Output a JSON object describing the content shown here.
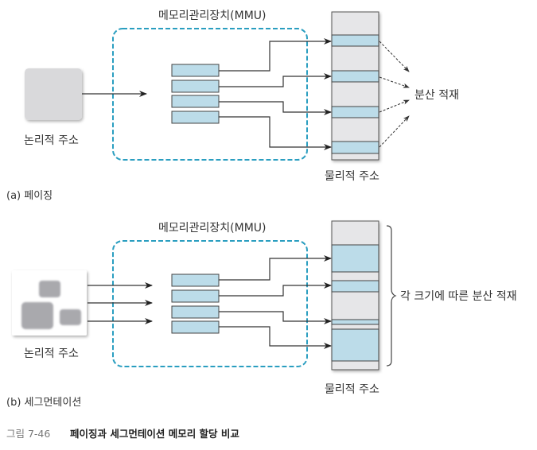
{
  "colors": {
    "mmu_border": "#2a9ec0",
    "entry_fill": "#bcdce9",
    "memory_fill": "#e6e6e8",
    "line": "#333333",
    "logical_box": "#d9d9db"
  },
  "paging": {
    "mmu_label": "메모리관리장치(MMU)",
    "logical_label": "논리적 주소",
    "physical_label": "물리적 주소",
    "scatter_label": "분산 적재",
    "section_label": "(a) 페이징"
  },
  "segmentation": {
    "mmu_label": "메모리관리장치(MMU)",
    "logical_label": "논리적 주소",
    "physical_label": "물리적 주소",
    "scatter_label": "각 크기에 따른 분산 적재",
    "section_label": "(b) 세그먼테이션"
  },
  "figure": {
    "number": "그림 7-46",
    "title": "페이징과 세그먼테이션 메모리 할당 비교"
  }
}
